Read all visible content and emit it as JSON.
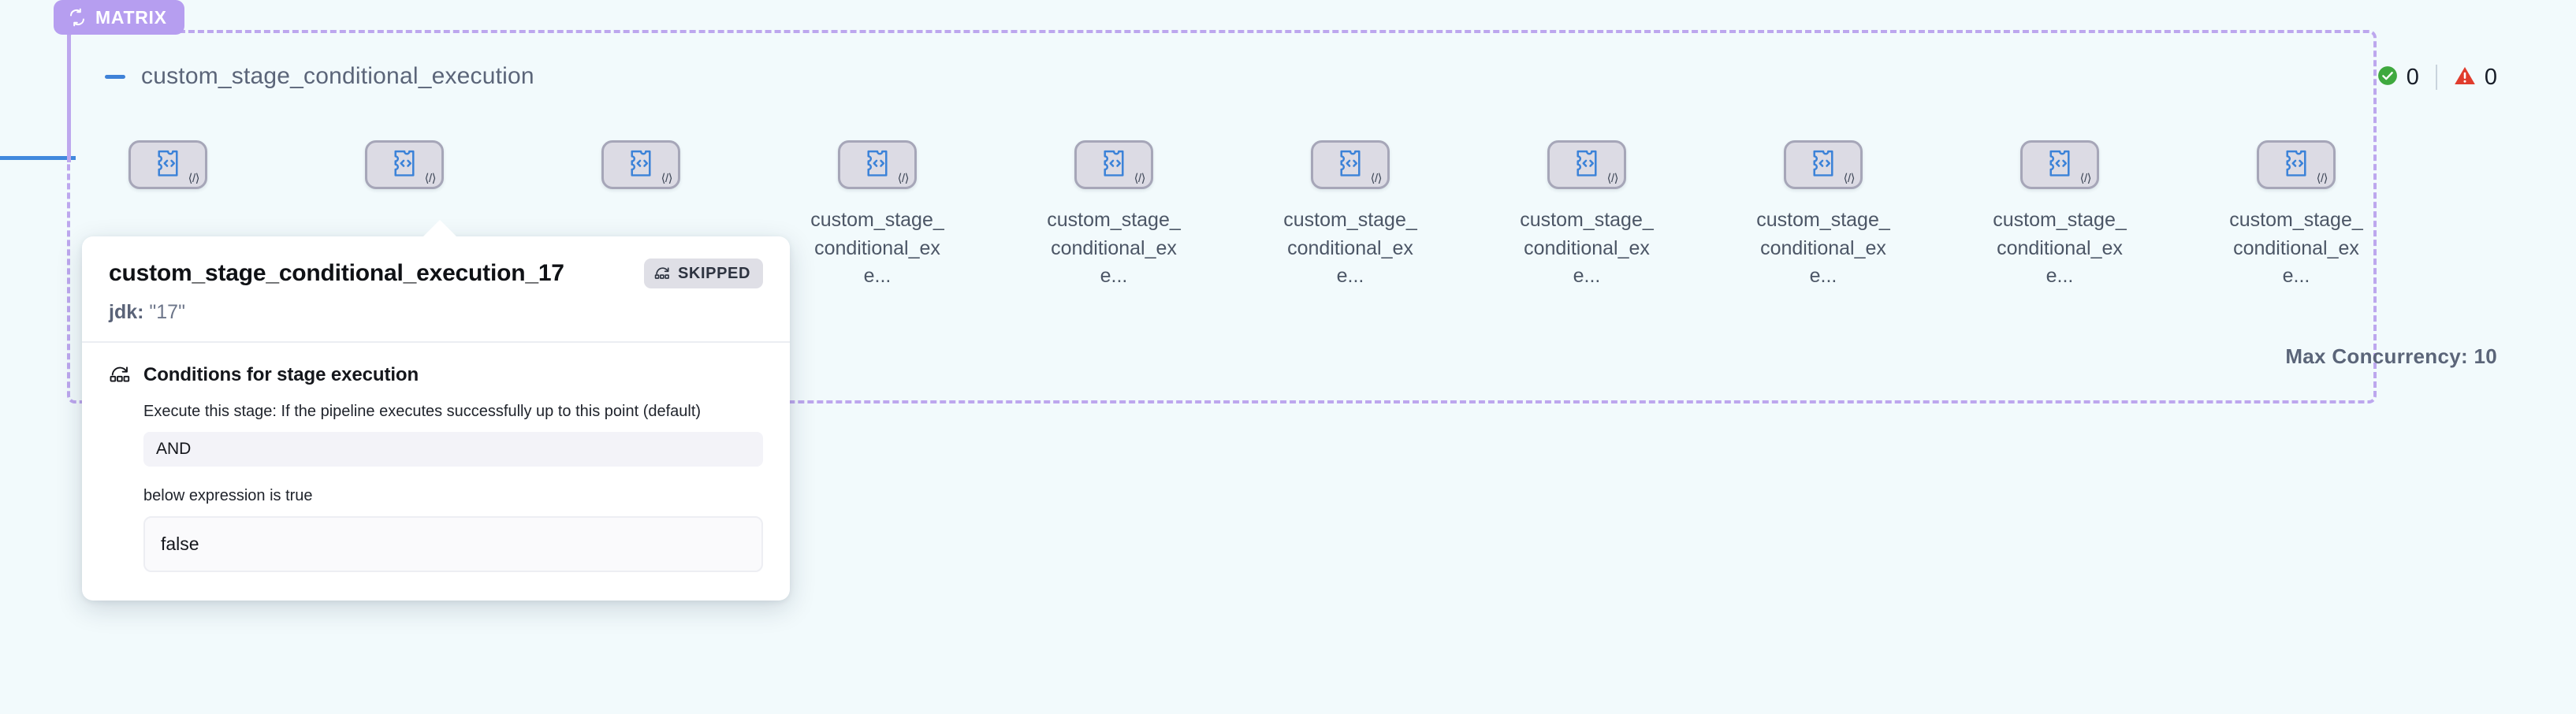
{
  "matrix": {
    "tab_label": "MATRIX",
    "tab_icon": "cycle-icon",
    "group_title": "custom_stage_conditional_execution",
    "collapse_icon": "minus-icon",
    "max_concurrency_label": "Max Concurrency: 10",
    "status": {
      "success_icon": "check-circle-icon",
      "success_count": "0",
      "warning_icon": "warning-triangle-icon",
      "warning_count": "0"
    },
    "node_icon": "custom-stage-code-icon",
    "node_corner_icon": "code-brackets-icon",
    "nodes": [
      {
        "label": ""
      },
      {
        "label": ""
      },
      {
        "label": ""
      },
      {
        "label": "custom_stage_conditional_exe..."
      },
      {
        "label": "custom_stage_conditional_exe..."
      },
      {
        "label": "custom_stage_conditional_exe..."
      },
      {
        "label": "custom_stage_conditional_exe..."
      },
      {
        "label": "custom_stage_conditional_exe..."
      },
      {
        "label": "custom_stage_conditional_exe..."
      },
      {
        "label": "custom_stage_conditional_exe..."
      }
    ]
  },
  "popover": {
    "title": "custom_stage_conditional_execution_17",
    "badge": {
      "icon": "skipped-icon",
      "text": "SKIPPED"
    },
    "matrix_key": "jdk:",
    "matrix_value": "\"17\"",
    "conditions": {
      "icon": "conditions-icon",
      "heading": "Conditions for stage execution",
      "description": "Execute this stage: If the pipeline executes successfully up to this point (default)",
      "operator": "AND",
      "sub_label": "below expression is true",
      "expression": "false"
    }
  },
  "colors": {
    "canvas_bg": "#f2fafc",
    "matrix_accent": "#b69ef0",
    "edge_blue": "#4189dd",
    "node_fill": "#dcdbe4",
    "node_border": "#a6a6b8",
    "icon_blue": "#3b82d8",
    "success_green": "#3fa93f",
    "warning_red": "#e03c2d"
  }
}
